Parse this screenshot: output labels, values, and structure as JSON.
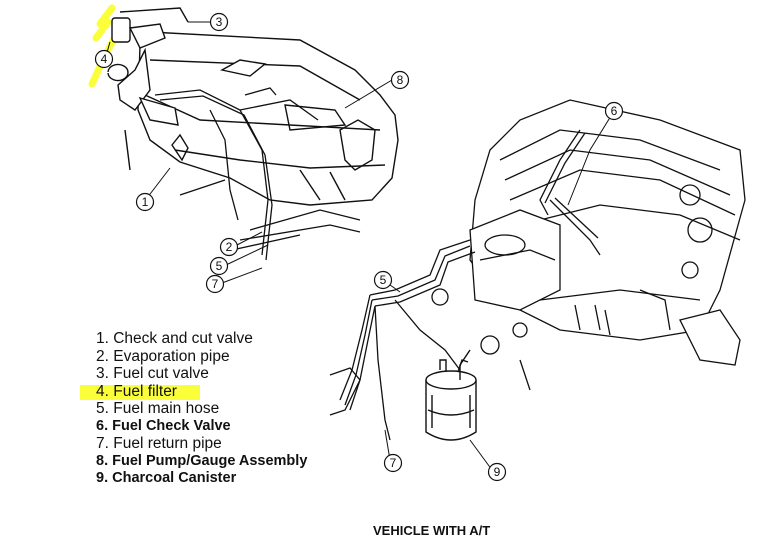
{
  "diagram": {
    "highlight_color": "#fbff3a",
    "callouts": [
      "3",
      "4",
      "8",
      "6",
      "1",
      "2",
      "5",
      "7",
      "5",
      "7",
      "9"
    ]
  },
  "legend": [
    {
      "text": "1. Check and cut valve",
      "bold": false,
      "highlight": false
    },
    {
      "text": "2. Evaporation pipe",
      "bold": false,
      "highlight": false
    },
    {
      "text": "3. Fuel cut valve",
      "bold": false,
      "highlight": false
    },
    {
      "text": "4. Fuel filter",
      "bold": false,
      "highlight": true
    },
    {
      "text": "5. Fuel main hose",
      "bold": false,
      "highlight": false
    },
    {
      "text": "6. Fuel Check Valve",
      "bold": true,
      "highlight": false
    },
    {
      "text": "7. Fuel return pipe",
      "bold": false,
      "highlight": false
    },
    {
      "text": "8. Fuel Pump/Gauge Assembly",
      "bold": true,
      "highlight": false
    },
    {
      "text": "9. Charcoal Canister",
      "bold": true,
      "highlight": false
    }
  ],
  "caption": "VEHICLE WITH A/T"
}
